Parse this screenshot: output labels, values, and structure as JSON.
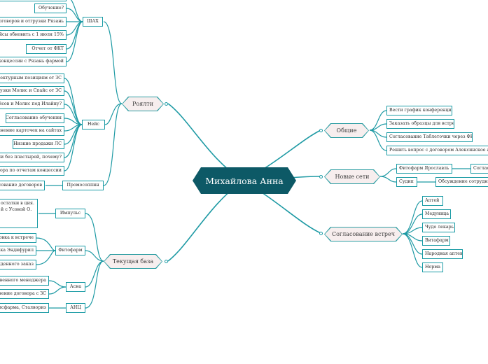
{
  "root": {
    "label": "Михайлова Анна"
  },
  "branches": {
    "obshchie": {
      "label": "Общие",
      "items": [
        "Вести график конференций",
        "Заказать образцы для встреч",
        "Согласование Таблеточки через ФКТ",
        "Решить вопрос с договором Алексинское апте"
      ]
    },
    "novye_seti": {
      "label": "Новые сети",
      "fitofarm_yar": "Фитофарм Ярославль",
      "fitofarm_yar_child": "Соглас",
      "sudip": "Судип",
      "sudip_child": "Обсуждение сотрудни"
    },
    "soglasovanie_vstrech": {
      "label": "Согласование встреч",
      "items": [
        "Аптей",
        "Медуница",
        "Чудо лекарь",
        "Витафарм",
        "Народная аптека",
        "Норма"
      ]
    },
    "royalti": {
      "label": "Роялти",
      "shah": {
        "label": "ШАХ",
        "items": [
          "Обучение?",
          "договоров и отгрузки Рязань",
          "айсы обновить с 1 июля 15%",
          "Отчет от ФКТ",
          "а концессии с Рязань фармой"
        ]
      },
      "neyis": {
        "label": "Нейс",
        "items": [
          "дефектурным позициям от ЗС",
          "отгрузки Молис и Спайс от ЗС",
          "пайсов и Молис под Илайну?",
          "Согласование обучения",
          "полнение карточек на сайтах",
          "Низкие продажи ЛС",
          "чи без пластырей, почему?",
          "говора по отчетам концессии"
        ]
      },
      "promo": {
        "label": "Промосоппин",
        "items": [
          "асование договоров"
        ]
      }
    },
    "tekushchaya_baza": {
      "label": "Текущая база",
      "impuls": {
        "label": "Импульс",
        "note": "остатки в ция. й с Усовой О."
      },
      "fitofarm": {
        "label": "Фитофарм",
        "items": [
          "отовка к встрече",
          "вка Эндифурил",
          "ужденного заказ"
        ]
      },
      "asna": {
        "label": "Асна",
        "items": [
          "ственного менеджера",
          "вчение договора с ЗС"
        ]
      },
      "anc": {
        "label": "АНЦ",
        "items": [
          "исфарма, Сталвориз"
        ]
      }
    }
  }
}
